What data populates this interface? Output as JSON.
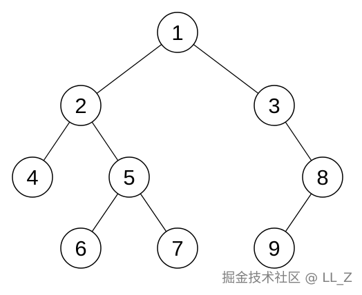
{
  "nodes": [
    {
      "id": "1",
      "label": "1"
    },
    {
      "id": "2",
      "label": "2"
    },
    {
      "id": "3",
      "label": "3"
    },
    {
      "id": "4",
      "label": "4"
    },
    {
      "id": "5",
      "label": "5"
    },
    {
      "id": "8",
      "label": "8"
    },
    {
      "id": "6",
      "label": "6"
    },
    {
      "id": "7",
      "label": "7"
    },
    {
      "id": "9",
      "label": "9"
    }
  ],
  "edges": [
    {
      "from": "1",
      "to": "2"
    },
    {
      "from": "1",
      "to": "3"
    },
    {
      "from": "2",
      "to": "4"
    },
    {
      "from": "2",
      "to": "5"
    },
    {
      "from": "3",
      "to": "8"
    },
    {
      "from": "5",
      "to": "6"
    },
    {
      "from": "5",
      "to": "7"
    },
    {
      "from": "8",
      "to": "9"
    }
  ],
  "watermark": "掘金技术社区 @ LL_Z"
}
